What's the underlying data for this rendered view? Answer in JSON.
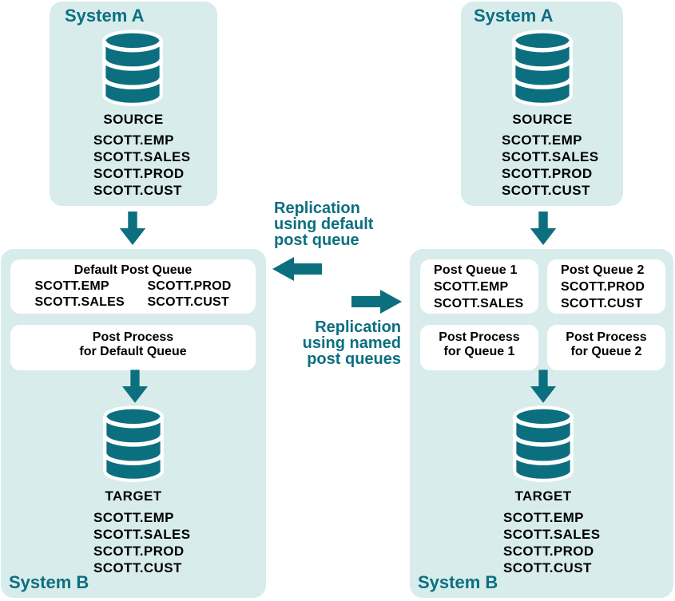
{
  "colors": {
    "teal": "#0C6F80",
    "panel_mint": "#D7ECEB",
    "box_white": "#FFFFFF",
    "text_black": "#000000"
  },
  "left_system_a": {
    "title": "System A",
    "db_label": "SOURCE",
    "tables": [
      "SCOTT.EMP",
      "SCOTT.SALES",
      "SCOTT.PROD",
      "SCOTT.CUST"
    ]
  },
  "left_system_b": {
    "title": "System B",
    "default_queue": {
      "title": "Default Post Queue",
      "col1": [
        "SCOTT.EMP",
        "SCOTT.SALES"
      ],
      "col2": [
        "SCOTT.PROD",
        "SCOTT.CUST"
      ]
    },
    "post_process": {
      "line1": "Post Process",
      "line2": "for Default Queue"
    },
    "db_label": "TARGET",
    "tables": [
      "SCOTT.EMP",
      "SCOTT.SALES",
      "SCOTT.PROD",
      "SCOTT.CUST"
    ]
  },
  "middle": {
    "default_label": {
      "line1": "Replication",
      "line2": "using default",
      "line3": "post queue"
    },
    "named_label": {
      "line1": "Replication",
      "line2": "using named",
      "line3": "post queues"
    }
  },
  "right_system_a": {
    "title": "System A",
    "db_label": "SOURCE",
    "tables": [
      "SCOTT.EMP",
      "SCOTT.SALES",
      "SCOTT.PROD",
      "SCOTT.CUST"
    ]
  },
  "right_system_b": {
    "title": "System B",
    "queue1": {
      "title": "Post Queue 1",
      "tables": [
        "SCOTT.EMP",
        "SCOTT.SALES"
      ]
    },
    "queue2": {
      "title": "Post Queue 2",
      "tables": [
        "SCOTT.PROD",
        "SCOTT.CUST"
      ]
    },
    "process1": {
      "line1": "Post Process",
      "line2": "for Queue 1"
    },
    "process2": {
      "line1": "Post Process",
      "line2": "for Queue 2"
    },
    "db_label": "TARGET",
    "tables": [
      "SCOTT.EMP",
      "SCOTT.SALES",
      "SCOTT.PROD",
      "SCOTT.CUST"
    ]
  }
}
